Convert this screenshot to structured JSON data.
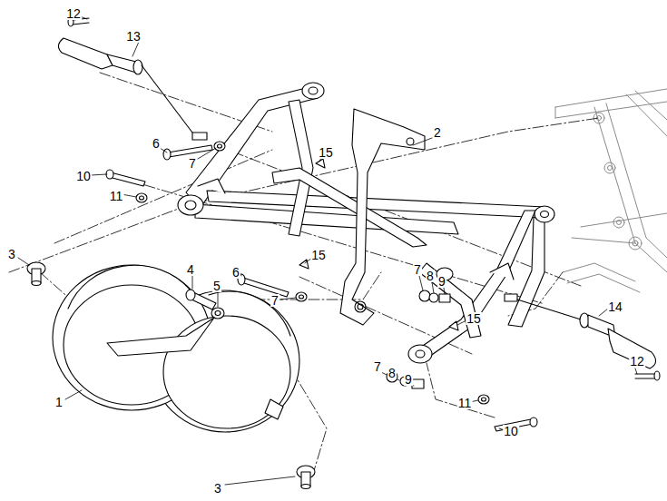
{
  "diagram": {
    "labels": [
      "12",
      "13",
      "2",
      "6",
      "7",
      "15",
      "10",
      "11",
      "6",
      "15",
      "7",
      "4",
      "5",
      "3",
      "7",
      "8",
      "9",
      "14",
      "15",
      "12",
      "1",
      "7",
      "8",
      "9",
      "11",
      "10",
      "3"
    ]
  }
}
